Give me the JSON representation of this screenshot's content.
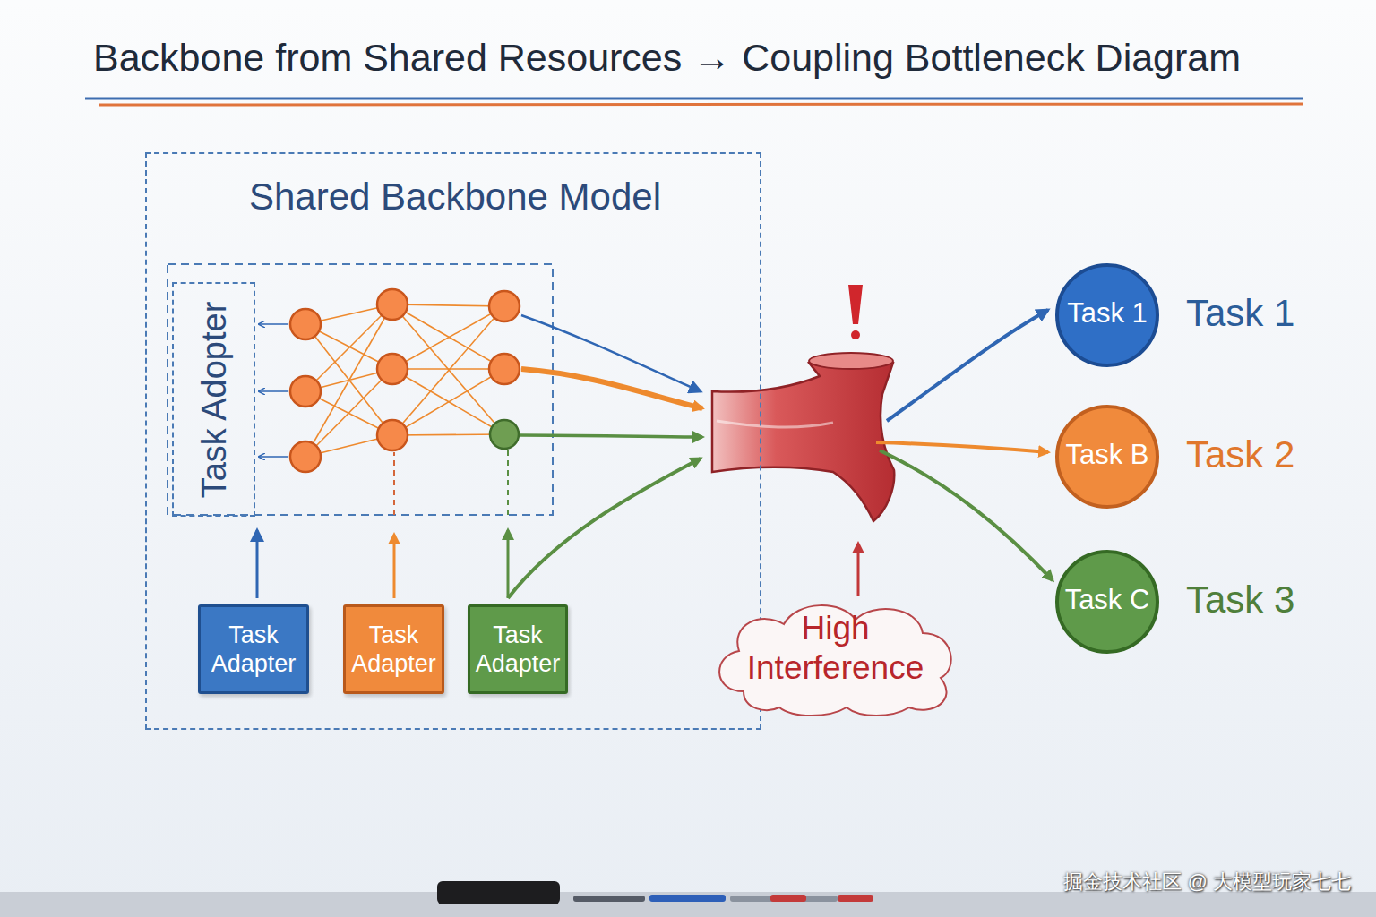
{
  "diagram": {
    "title": "Backbone from Shared Resources → Coupling Bottleneck Diagram",
    "nodes": [
      {
        "text": [
          "Shared Backbone Model"
        ]
      },
      {
        "text": [
          "Task Adopter"
        ],
        "in": 0
      },
      {
        "text": [
          "Task Adapter"
        ],
        "in": 0
      },
      {
        "text": [
          "Task Adapter"
        ],
        "in": 0
      },
      {
        "text": [
          "Task Adapter"
        ],
        "in": 0
      },
      {
        "text": [
          "High Interference"
        ]
      },
      {
        "text": [
          "Task 1",
          "Task 1"
        ]
      },
      {
        "text": [
          "Task B",
          "Task 2"
        ]
      },
      {
        "text": [
          "Task C",
          "Task 3"
        ]
      }
    ],
    "labels": [
      "掘金技术社区 @ 大模型玩家七七"
    ]
  }
}
